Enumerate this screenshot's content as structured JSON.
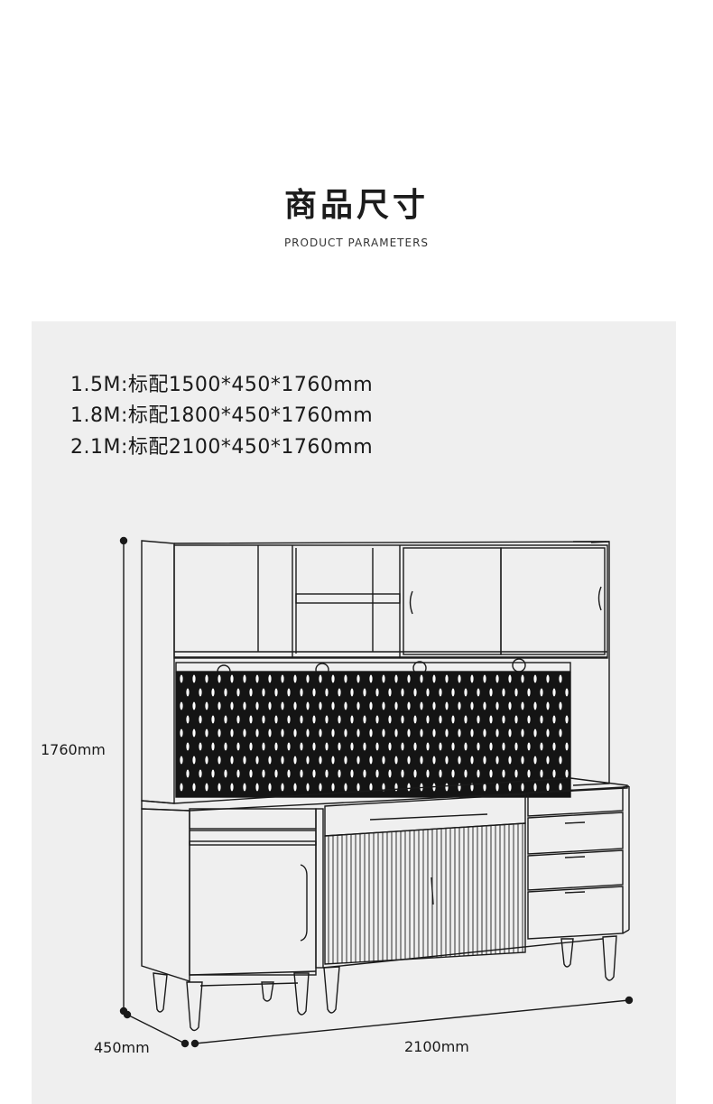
{
  "header": {
    "title": "商品尺寸",
    "subtitle": "PRODUCT PARAMETERS"
  },
  "specs": [
    "1.5M:标配1500*450*1760mm",
    "1.8M:标配1800*450*1760mm",
    "2.1M:标配2100*450*1760mm"
  ],
  "dimensions": {
    "height": "1760mm",
    "depth": "450mm",
    "width": "2100mm"
  },
  "colors": {
    "panel_bg": "#efefef",
    "line": "#1a1a1a"
  }
}
